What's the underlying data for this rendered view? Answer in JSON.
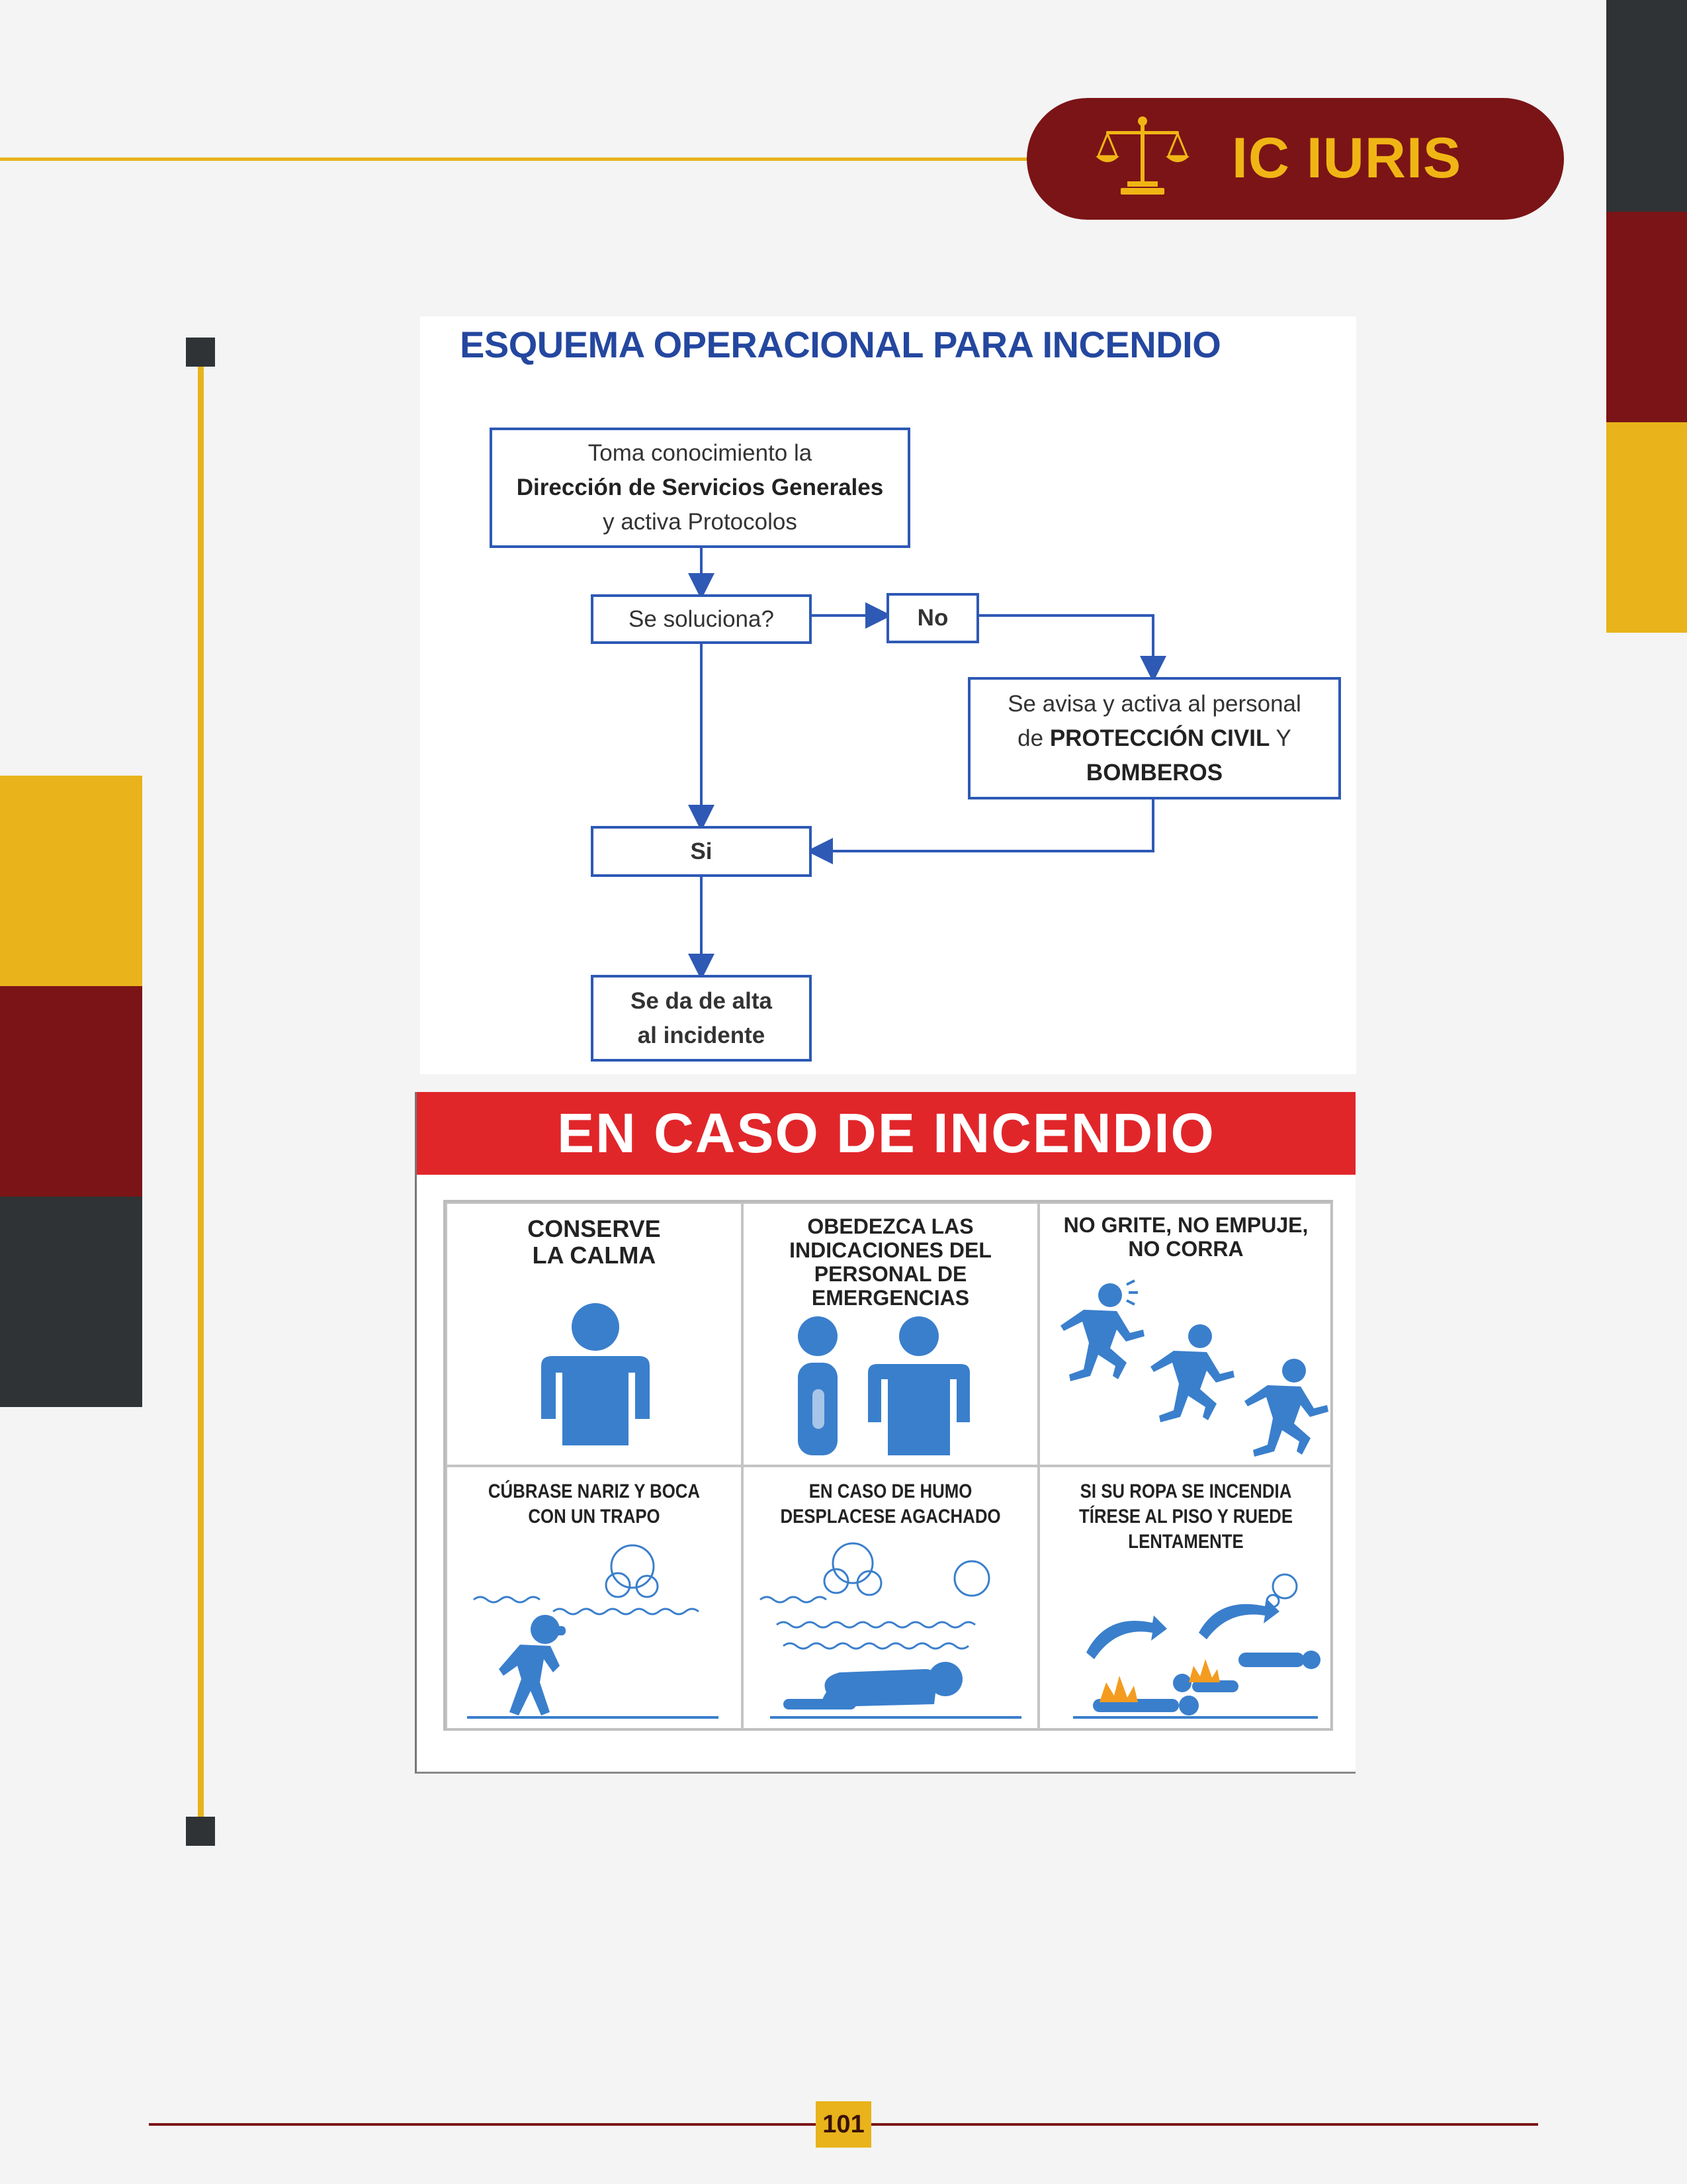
{
  "header": {
    "brand": "IC IURIS",
    "colors": {
      "maroon": "#7b1416",
      "gold": "#e8b31b",
      "charcoal": "#2f3335"
    },
    "logo_icon": "scales-of-justice-icon"
  },
  "flowchart": {
    "title": "ESQUEMA OPERACIONAL PARA INCENDIO",
    "box1": {
      "line1": "Toma conocimiento la",
      "line2": "Dirección de Servicios Generales",
      "line3": "y activa Protocolos"
    },
    "question": "Se soluciona?",
    "no": "No",
    "civil": {
      "line1": "Se avisa y activa al personal",
      "line2a": "de ",
      "line2b": "PROTECCIÓN CIVIL",
      "line2c": " Y",
      "line3": "BOMBEROS"
    },
    "si": "Si",
    "end": {
      "line1": "Se da de alta",
      "line2": "al incidente"
    }
  },
  "fire": {
    "title": "EN CASO DE INCENDIO",
    "cells": [
      {
        "lines": [
          "CONSERVE",
          "LA CALMA"
        ]
      },
      {
        "lines": [
          "OBEDEZCA LAS",
          "INDICACIONES DEL",
          "PERSONAL DE",
          "EMERGENCIAS"
        ]
      },
      {
        "lines": [
          "NO GRITE, NO EMPUJE,",
          "NO CORRA"
        ]
      },
      {
        "lines": [
          "CÚBRASE NARIZ Y BOCA",
          "CON UN TRAPO"
        ]
      },
      {
        "lines": [
          "EN CASO DE HUMO",
          "DESPLACESE AGACHADO"
        ]
      },
      {
        "lines": [
          "SI SU ROPA SE INCENDIA",
          "TÍRESE AL PISO Y RUEDE",
          "LENTAMENTE"
        ]
      }
    ],
    "icon_color": "#3a7fcc"
  },
  "footer": {
    "page_number": "101"
  }
}
